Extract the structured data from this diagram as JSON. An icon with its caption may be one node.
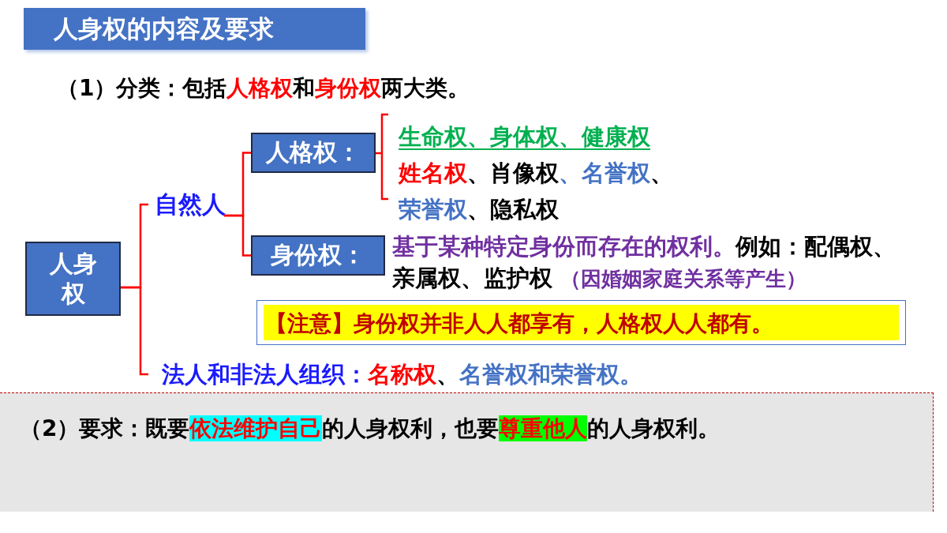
{
  "diagram": {
    "title": "人身权的内容及要求",
    "nodes": [
      {
        "text": [
          "人身权"
        ]
      },
      {
        "text": [
          "自然人"
        ]
      },
      {
        "text": [
          "人格权："
        ]
      },
      {
        "text": [
          "身份权："
        ],
        "beside": [
          "基于某种特定身份而存在的权利。例如：配偶权、亲属权、监护权 （因婚姻家庭关系等产生）"
        ]
      },
      {
        "text": [
          "法人和非法人组织：名称权、名誉权和荣誉权。"
        ]
      },
      {
        "text": [
          "生命权、身体权、健康权",
          "姓名权、肖像权、名誉权、荣誉权、隐私权"
        ]
      },
      {
        "text": [
          "【注意】身份权并非人人都享有，人格权人人都有。"
        ]
      },
      {
        "text": [
          "（2）要求：既要依法维护自己的人身权利，也要尊重他人的人身权利。"
        ]
      }
    ],
    "edges": [
      {
        "from": 0,
        "to": 1,
        "arrow": "none"
      },
      {
        "from": 0,
        "to": 4,
        "arrow": "none"
      },
      {
        "from": 1,
        "to": 2,
        "arrow": "none"
      },
      {
        "from": 1,
        "to": 3,
        "arrow": "none"
      },
      {
        "from": 2,
        "to": 5,
        "arrow": "none"
      }
    ],
    "labels": [
      "（1）分类：包括人格权和身份权两大类。"
    ]
  }
}
